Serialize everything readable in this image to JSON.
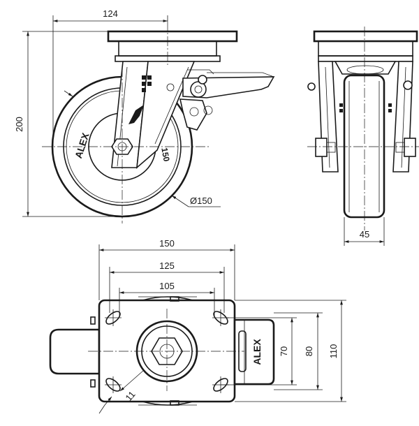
{
  "dimensions": {
    "plate_width": "124",
    "height": "200",
    "wheel_diameter": "Ø150",
    "wheel_width": "45",
    "plate_length": "150",
    "hole_spacing_length_outer": "125",
    "hole_spacing_length_inner": "105",
    "hole_spacing_width_inner": "70",
    "hole_spacing_width_outer": "80",
    "plate_width_side": "110",
    "bolt_hole": "11"
  },
  "markings": {
    "brand": "ALEX",
    "wheel_size": "150"
  }
}
